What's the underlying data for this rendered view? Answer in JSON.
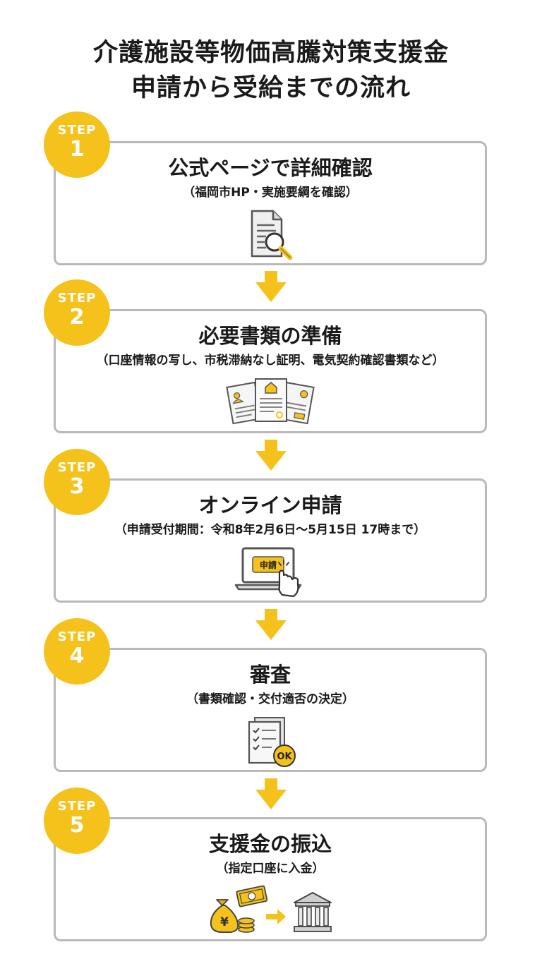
{
  "title": {
    "line1": "介護施設等物価高騰対策支援金",
    "line2": "申請から受給までの流れ"
  },
  "step_label": "STEP",
  "steps": [
    {
      "number": "1",
      "title": "公式ページで詳細確認",
      "subtitle": "（福岡市HP・実施要綱を確認）",
      "icon": "document-magnifier-icon"
    },
    {
      "number": "2",
      "title": "必要書類の準備",
      "subtitle": "（口座情報の写し、市税滞納なし証明、電気契約確認書類など）",
      "icon": "documents-icon"
    },
    {
      "number": "3",
      "title": "オンライン申請",
      "subtitle": "（申請受付期間：令和8年2月6日～5月15日 17時まで）",
      "icon": "laptop-apply-icon",
      "button_text": "申請"
    },
    {
      "number": "4",
      "title": "審査",
      "subtitle": "（書類確認・交付適否の決定）",
      "icon": "checklist-ok-icon",
      "ok_text": "OK"
    },
    {
      "number": "5",
      "title": "支援金の振込",
      "subtitle": "（指定口座に入金）",
      "icon": "money-to-bank-icon",
      "yen_text": "¥"
    }
  ],
  "colors": {
    "accent": "#f4c21b",
    "border": "#b9b9b9",
    "text": "#1a1a1a"
  }
}
